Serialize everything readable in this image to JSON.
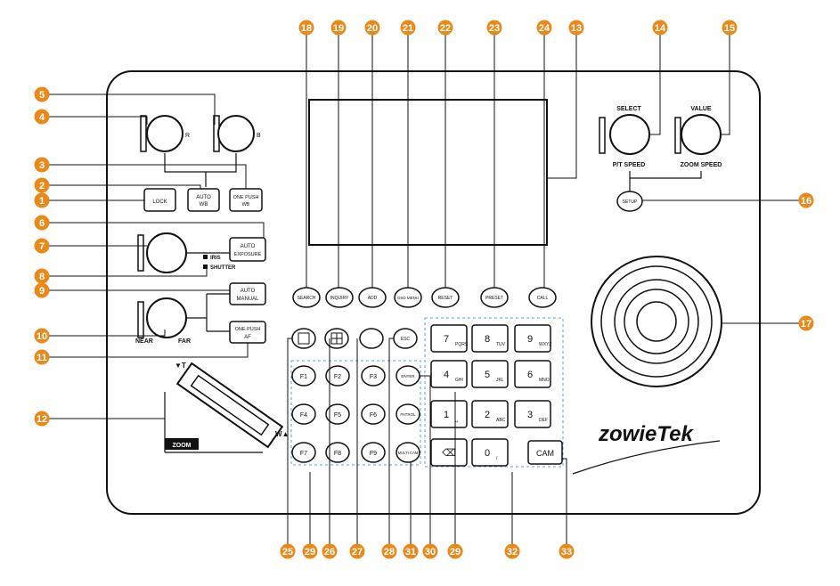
{
  "controls": {
    "r_label": "R",
    "b_label": "B",
    "lock": "LOCK",
    "auto_wb": [
      "AUTO",
      "WB"
    ],
    "one_push_wb": [
      "ONE PUSH",
      "WB"
    ],
    "auto_exposure": [
      "AUTO",
      "EXPOSURE"
    ],
    "iris": "IRIS",
    "shutter": "SHUTTER",
    "auto_manual": [
      "AUTO",
      "MANUAL"
    ],
    "one_push_af": [
      "ONE PUSH",
      "AF"
    ],
    "near": "NEAR",
    "far": "FAR",
    "zoom": "ZOOM",
    "zoom_t": "T",
    "zoom_w": "W",
    "select": "SELECT",
    "value": "VALUE",
    "pt_speed": "P/T SPEED",
    "zoom_speed": "ZOOM SPEED",
    "setup": "SETUP",
    "top_buttons": [
      "SEARCH",
      "INQUIRY",
      "ADD",
      "OSD MENU",
      "RESET",
      "PRESET",
      "CALL"
    ],
    "func_row": [
      "F1",
      "F2",
      "F3",
      "F4",
      "F5",
      "F6",
      "F7",
      "F8",
      "F9"
    ],
    "misc": {
      "esc": "ESC",
      "enter": "ENTER",
      "patrol": "PATROL",
      "multi_cam": "MULTI CAM",
      "cam": "CAM"
    },
    "keypad": [
      {
        "num": "7",
        "sub": "PQRS"
      },
      {
        "num": "8",
        "sub": "TUV"
      },
      {
        "num": "9",
        "sub": "WXYZ"
      },
      {
        "num": "4",
        "sub": "GHI"
      },
      {
        "num": "5",
        "sub": "JKL"
      },
      {
        "num": "6",
        "sub": "MNO"
      },
      {
        "num": "1",
        "sub": "␣"
      },
      {
        "num": "2",
        "sub": "ABC"
      },
      {
        "num": "3",
        "sub": "DEF"
      },
      {
        "num": "⌫",
        "sub": ""
      },
      {
        "num": "0",
        "sub": "/"
      }
    ],
    "brand": "zowieTek"
  },
  "callouts": [
    "1",
    "2",
    "3",
    "4",
    "5",
    "6",
    "7",
    "8",
    "9",
    "10",
    "11",
    "12",
    "13",
    "14",
    "15",
    "16",
    "17",
    "18",
    "19",
    "20",
    "21",
    "22",
    "23",
    "24",
    "25",
    "26",
    "27",
    "28",
    "29",
    "30",
    "31",
    "32",
    "33"
  ],
  "colors": {
    "callout": "#e8891a",
    "outline": "#111111",
    "screen": "#ffffff",
    "dashed": "#5aa0c8"
  }
}
